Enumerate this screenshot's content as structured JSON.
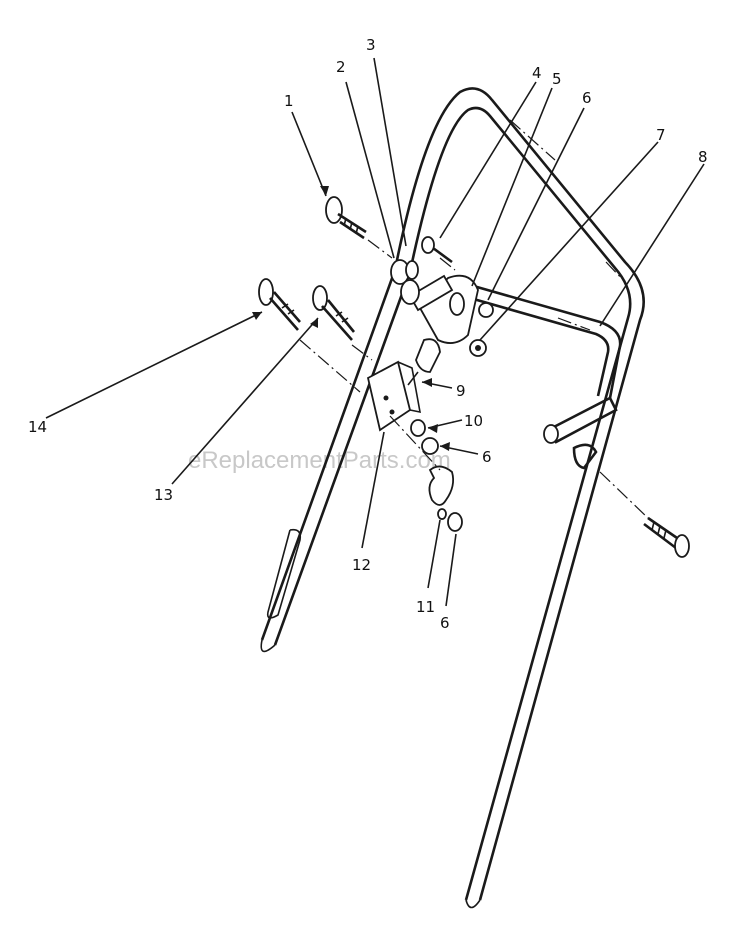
{
  "watermark": "eReplacementParts.com",
  "callouts": [
    {
      "id": "c1",
      "text": "1"
    },
    {
      "id": "c2",
      "text": "2"
    },
    {
      "id": "c3",
      "text": "3"
    },
    {
      "id": "c4",
      "text": "4"
    },
    {
      "id": "c5",
      "text": "5"
    },
    {
      "id": "c6a",
      "text": "6"
    },
    {
      "id": "c7",
      "text": "7"
    },
    {
      "id": "c8",
      "text": "8"
    },
    {
      "id": "c9",
      "text": "9"
    },
    {
      "id": "c10",
      "text": "10"
    },
    {
      "id": "c6b",
      "text": "6"
    },
    {
      "id": "c11",
      "text": "11"
    },
    {
      "id": "c6c",
      "text": "6"
    },
    {
      "id": "c12",
      "text": "12"
    },
    {
      "id": "c13",
      "text": "13"
    },
    {
      "id": "c14",
      "text": "14"
    }
  ]
}
